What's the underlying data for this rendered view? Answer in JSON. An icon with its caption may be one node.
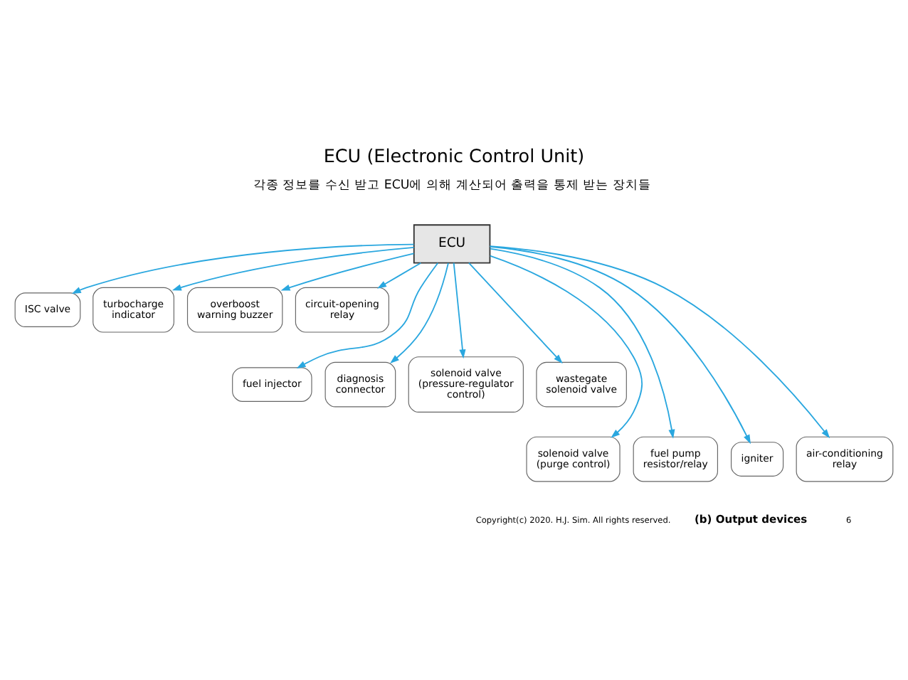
{
  "diagram": {
    "title": "ECU (Electronic Control Unit)",
    "caption": "(b) Output devices",
    "nodes": [
      {
        "text": [
          "ECU"
        ]
      },
      {
        "text": [
          "ISC valve"
        ]
      },
      {
        "text": [
          "turbocharge indicator"
        ]
      },
      {
        "text": [
          "overboost warning buzzer"
        ]
      },
      {
        "text": [
          "circuit-opening relay"
        ]
      },
      {
        "text": [
          "fuel injector"
        ]
      },
      {
        "text": [
          "diagnosis connector"
        ]
      },
      {
        "text": [
          "solenoid valve (pressure-regulator control)"
        ]
      },
      {
        "text": [
          "wastegate solenoid valve"
        ]
      },
      {
        "text": [
          "solenoid valve (purge control)"
        ]
      },
      {
        "text": [
          "fuel pump resistor/relay"
        ]
      },
      {
        "text": [
          "igniter"
        ]
      },
      {
        "text": [
          "air-conditioning relay"
        ]
      }
    ],
    "edges": [
      {
        "from": 0,
        "to": 1,
        "arrow": "to"
      },
      {
        "from": 0,
        "to": 2,
        "arrow": "to"
      },
      {
        "from": 0,
        "to": 3,
        "arrow": "to"
      },
      {
        "from": 0,
        "to": 4,
        "arrow": "to"
      },
      {
        "from": 0,
        "to": 5,
        "arrow": "to"
      },
      {
        "from": 0,
        "to": 6,
        "arrow": "to"
      },
      {
        "from": 0,
        "to": 7,
        "arrow": "to"
      },
      {
        "from": 0,
        "to": 8,
        "arrow": "to"
      },
      {
        "from": 0,
        "to": 9,
        "arrow": "to"
      },
      {
        "from": 0,
        "to": 10,
        "arrow": "to"
      },
      {
        "from": 0,
        "to": 11,
        "arrow": "to"
      },
      {
        "from": 0,
        "to": 12,
        "arrow": "to"
      }
    ],
    "labels": [
      "각종 정보를 수신 받고 ECU에 의해 계산되어 출력을 통제 받는 장치들",
      "Copyright(c) 2020. H.J. Sim. All rights reserved.",
      "6"
    ]
  }
}
